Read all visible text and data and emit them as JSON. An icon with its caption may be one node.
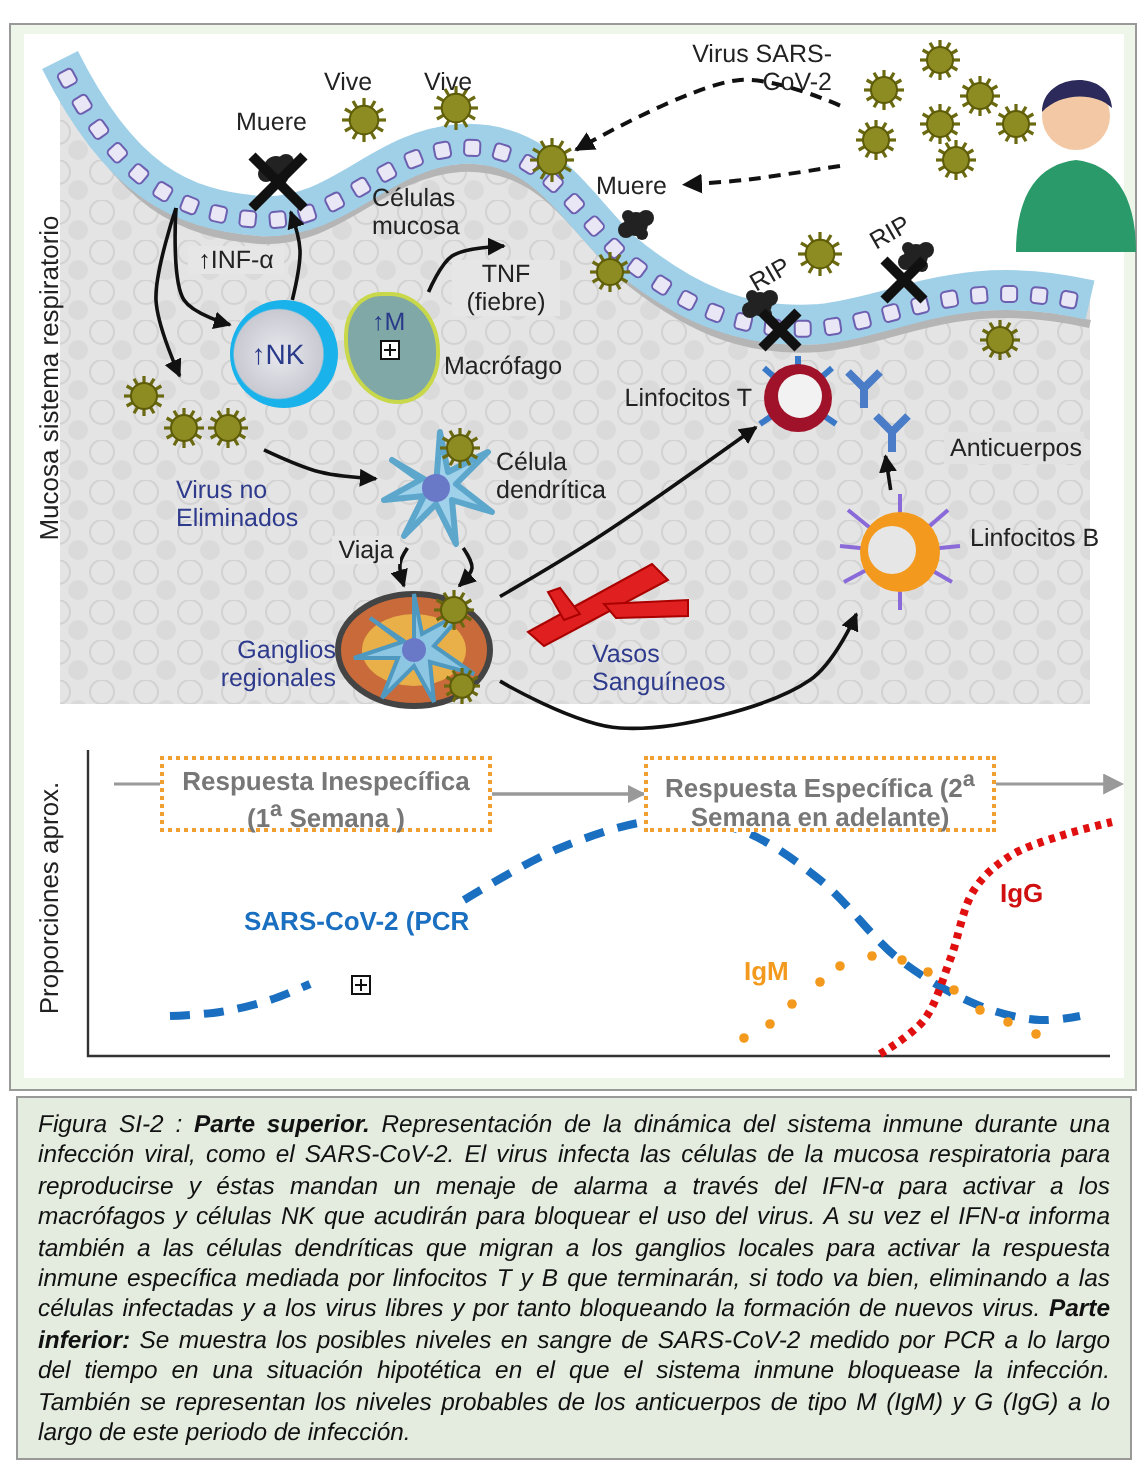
{
  "diagram": {
    "caption": "Figura SI-2 : **Parte superior.** Representación de la dinámica del  sistema  inmune durante  una infección viral, como el SARS-CoV-2. El virus  infecta las células de la mucosa respiratoria  para reproducirse y éstas mandan un menaje de alarma a través del IFN-α   para activar   a los macrófagos y células NK que acudirán para bloquear el uso del virus.  A su vez el IFN-α  informa también a las células dendríticas que migran a los ganglios locales para activar la respuesta inmune específica mediada por  linfocitos T y B que terminarán, si todo va bien, eliminando a las células   infectadas   y a los virus libres y por tanto bloqueando  la formación  de nuevos virus. **Parte  inferior:**  Se muestra los posibles niveles en sangre de SARS-CoV-2 medido por PCR a lo largo del tiempo en una situación  hipotética en el que el sistema inmune bloquease la infección. También se representan los niveles probables de los anticuerpos de tipo M (IgM) y G (IgG) a lo largo de este periodo de infección.",
    "nodes": [
      {
        "text": [
          "Muere"
        ]
      },
      {
        "text": [],
        "shape": "picture",
        "beside": [
          "Virus SARS-CoV-2"
        ]
      },
      {
        "text": [
          "Muere"
        ]
      },
      {
        "text": [
          "↑NK"
        ]
      },
      {
        "text": [
          "↑M"
        ],
        "beside": [
          "Macrófago"
        ]
      },
      {
        "text": [
          "Virus no Eliminados"
        ]
      },
      {
        "text": [
          "Célula dendrítica"
        ]
      },
      {
        "text": [
          "Ganglios regionales"
        ]
      },
      {
        "text": [
          "Vasos Sanguíneos"
        ]
      },
      {
        "text": [
          "Linfocitos T"
        ]
      },
      {
        "text": [
          "Anticuerpos"
        ]
      },
      {
        "text": [
          "Linfocitos B"
        ]
      },
      {
        "text": [
          "Respuesta Inespecífica (1$^{a}$  Semana )"
        ]
      },
      {
        "text": [
          "Respuesta Específica (2$^{a}$ Semana en adelante)"
        ]
      },
      {
        "text": [],
        "shape": "picture"
      }
    ],
    "edges": [
      {
        "from": 1,
        "to": 14,
        "arrow": "to",
        "style": "dashed"
      },
      {
        "from": 1,
        "to": 2,
        "arrow": "to",
        "style": "dashed"
      },
      {
        "from": null,
        "to": 3,
        "arrow": "to",
        "label": "↑INF-α"
      },
      {
        "from": 3,
        "to": 0,
        "arrow": "to"
      },
      {
        "from": 4,
        "to": null,
        "arrow": "to",
        "label": "TNF (fiebre)"
      },
      {
        "from": null,
        "to": 5,
        "arrow": "to"
      },
      {
        "from": 5,
        "to": 6,
        "arrow": "to"
      },
      {
        "from": 6,
        "to": 7,
        "arrow": "to",
        "label": "Viaja"
      },
      {
        "from": 6,
        "to": 7,
        "arrow": "to"
      },
      {
        "from": 7,
        "to": 9,
        "arrow": "to"
      },
      {
        "from": 7,
        "to": 11,
        "arrow": "to"
      },
      {
        "from": 11,
        "to": 10,
        "arrow": "to"
      },
      {
        "from": 12,
        "to": 13,
        "arrow": "to",
        "color": "#999999"
      }
    ],
    "labels": [
      "Vive",
      "Vive",
      "Células mucosa",
      "RIP",
      "RIP",
      "Mucosa sistema respiratorio",
      "Proporciones aprox.",
      "SARS-CoV-2 (PCR",
      "IgM",
      "IgG"
    ]
  }
}
